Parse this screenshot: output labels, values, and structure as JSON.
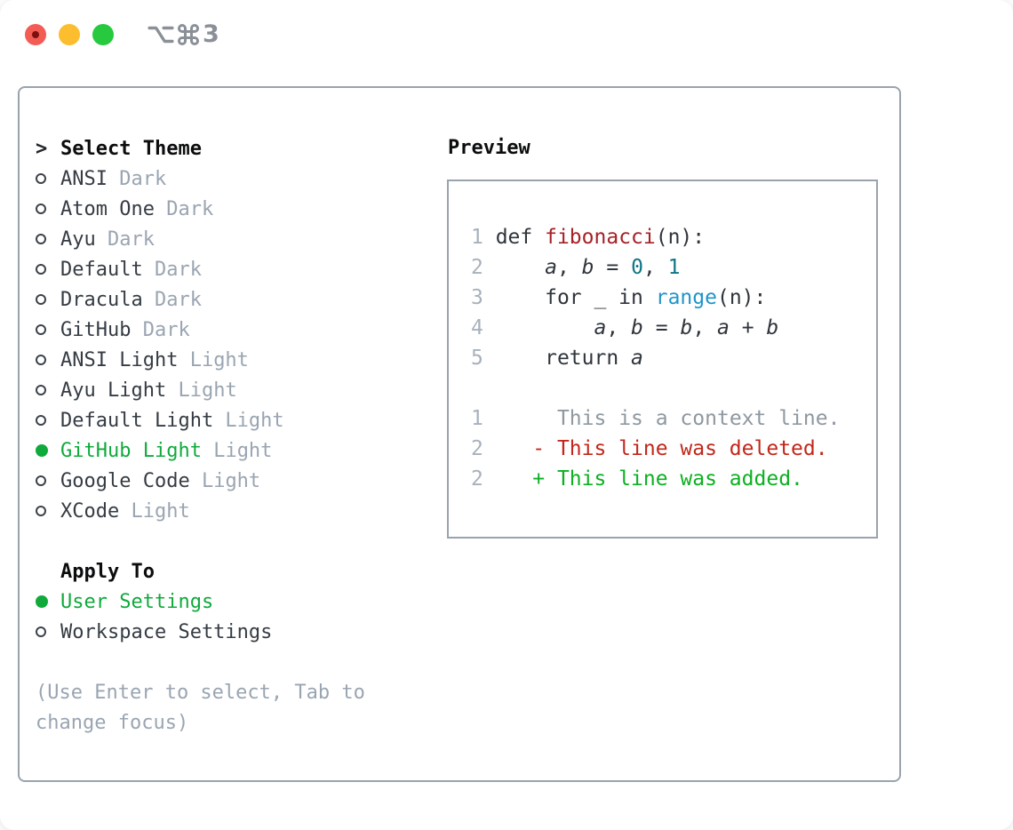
{
  "window": {
    "shortcut": {
      "modifiers": [
        "option",
        "command"
      ],
      "key": "3"
    },
    "traffic_lights": [
      "close",
      "minimize",
      "zoom"
    ]
  },
  "theme_panel": {
    "title": "Select Theme",
    "cursor": ">",
    "items": [
      {
        "name": "ANSI",
        "variant": "Dark",
        "selected": false
      },
      {
        "name": "Atom One",
        "variant": "Dark",
        "selected": false
      },
      {
        "name": "Ayu",
        "variant": "Dark",
        "selected": false
      },
      {
        "name": "Default",
        "variant": "Dark",
        "selected": false
      },
      {
        "name": "Dracula",
        "variant": "Dark",
        "selected": false
      },
      {
        "name": "GitHub",
        "variant": "Dark",
        "selected": false
      },
      {
        "name": "ANSI Light",
        "variant": "Light",
        "selected": false
      },
      {
        "name": "Ayu Light",
        "variant": "Light",
        "selected": false
      },
      {
        "name": "Default Light",
        "variant": "Light",
        "selected": false
      },
      {
        "name": "GitHub Light",
        "variant": "Light",
        "selected": true
      },
      {
        "name": "Google Code",
        "variant": "Light",
        "selected": false
      },
      {
        "name": "XCode",
        "variant": "Light",
        "selected": false
      }
    ]
  },
  "apply_panel": {
    "title": "Apply To",
    "options": [
      {
        "label": "User Settings",
        "selected": true
      },
      {
        "label": "Workspace Settings",
        "selected": false
      }
    ]
  },
  "hint": {
    "line1": "(Use Enter to select, Tab to",
    "line2": "change focus)"
  },
  "preview": {
    "title": "Preview",
    "lines": [
      [
        [
          "ln",
          "1"
        ],
        [
          "pl",
          " def "
        ],
        [
          "fn",
          "fibonacci"
        ],
        [
          "pl",
          "(n):"
        ]
      ],
      [
        [
          "ln",
          "2"
        ],
        [
          "pl",
          "     "
        ],
        [
          "var",
          "a"
        ],
        [
          "pl",
          ", "
        ],
        [
          "var",
          "b"
        ],
        [
          "pl",
          " = "
        ],
        [
          "num",
          "0"
        ],
        [
          "pl",
          ", "
        ],
        [
          "num",
          "1"
        ]
      ],
      [
        [
          "ln",
          "3"
        ],
        [
          "pl",
          "     for _ in "
        ],
        [
          "call",
          "range"
        ],
        [
          "pl",
          "(n):"
        ]
      ],
      [
        [
          "ln",
          "4"
        ],
        [
          "pl",
          "         "
        ],
        [
          "var",
          "a"
        ],
        [
          "pl",
          ", "
        ],
        [
          "var",
          "b"
        ],
        [
          "pl",
          " = "
        ],
        [
          "var",
          "b"
        ],
        [
          "pl",
          ", "
        ],
        [
          "var",
          "a"
        ],
        [
          "pl",
          " + "
        ],
        [
          "var",
          "b"
        ]
      ],
      [
        [
          "ln",
          "5"
        ],
        [
          "pl",
          "     return "
        ],
        [
          "var",
          "a"
        ]
      ],
      [],
      [
        [
          "ln",
          "1"
        ],
        [
          "pl",
          "      "
        ],
        [
          "ctx",
          "This is a context line."
        ]
      ],
      [
        [
          "ln",
          "2"
        ],
        [
          "pl",
          "    "
        ],
        [
          "del",
          "- This line was deleted."
        ]
      ],
      [
        [
          "ln",
          "2"
        ],
        [
          "pl",
          "    "
        ],
        [
          "add",
          "+ This line was added."
        ]
      ]
    ]
  },
  "colors": {
    "accent_green": "#10aa3c",
    "added_green": "#0cb021",
    "deleted_red": "#c2271a",
    "function_red": "#a72126",
    "number_teal": "#0f7586",
    "call_blue": "#1f95c9",
    "muted_gray": "#9aa5b2",
    "border_gray": "#9aa3ad",
    "traffic_red": "#f25c54",
    "traffic_yellow": "#fcbd2e",
    "traffic_green": "#27c93f"
  }
}
